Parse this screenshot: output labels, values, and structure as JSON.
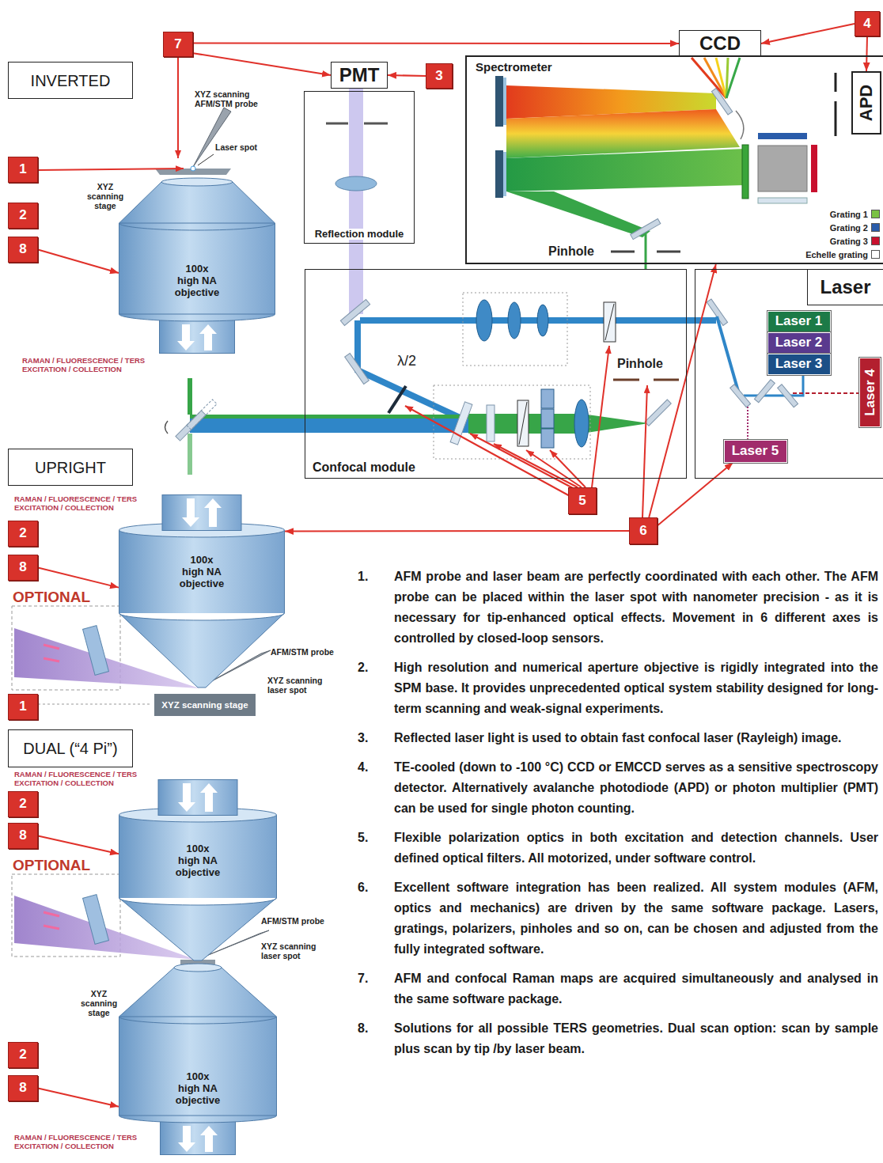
{
  "diagram": {
    "nodes": [
      {
        "text": [
          "INVERTED"
        ]
      },
      {
        "text": [
          "7"
        ]
      },
      {
        "text": [
          "PMT"
        ]
      },
      {
        "text": [
          "3"
        ]
      },
      {
        "text": [
          "CCD"
        ]
      },
      {
        "text": [
          "4"
        ]
      },
      {
        "text": [
          "Spectrometer"
        ]
      },
      {
        "text": [
          "APD"
        ],
        "in": 6
      },
      {
        "text": [
          "Reflection module"
        ]
      },
      {
        "text": [
          "Confocal module"
        ]
      },
      {
        "text": [
          "Laser"
        ]
      },
      {
        "text": [
          "Laser 1"
        ],
        "in": 10
      },
      {
        "text": [
          "Laser 2"
        ],
        "in": 10
      },
      {
        "text": [
          "Laser 3"
        ],
        "in": 10
      },
      {
        "text": [
          "Laser 4"
        ],
        "in": 10
      },
      {
        "text": [
          "Laser 5"
        ],
        "in": 10
      },
      {
        "text": [
          "1"
        ]
      },
      {
        "text": [
          "2"
        ]
      },
      {
        "text": [
          "8"
        ]
      },
      {
        "text": [
          "100x high NA objective"
        ]
      },
      {
        "text": [
          "UPRIGHT"
        ]
      },
      {
        "text": [
          "2"
        ]
      },
      {
        "text": [
          "8"
        ]
      },
      {
        "text": [
          "100x high NA objective"
        ]
      },
      {
        "text": [
          "1"
        ]
      },
      {
        "text": [
          "XYZ scanning stage"
        ]
      },
      {
        "text": [
          "DUAL (“4 Pi”)"
        ]
      },
      {
        "text": [
          "2"
        ]
      },
      {
        "text": [
          "8"
        ]
      },
      {
        "text": [
          "100x high NA objective"
        ]
      },
      {
        "text": [
          "2"
        ]
      },
      {
        "text": [
          "8"
        ]
      },
      {
        "text": [
          "100x high NA objective"
        ]
      },
      {
        "text": [
          "5"
        ]
      },
      {
        "text": [
          "6"
        ]
      }
    ],
    "edges": [
      {
        "from": 1,
        "to": 4,
        "arrow": "to"
      },
      {
        "from": 1,
        "to": 2,
        "arrow": "to"
      },
      {
        "from": 3,
        "to": 2,
        "arrow": "to"
      },
      {
        "from": 5,
        "to": 4,
        "arrow": "to"
      },
      {
        "from": 5,
        "to": 7,
        "arrow": "to"
      },
      {
        "from": 18,
        "to": 19,
        "arrow": "to"
      },
      {
        "from": 22,
        "to": 23,
        "arrow": "to"
      },
      {
        "from": 28,
        "to": 29,
        "arrow": "to"
      },
      {
        "from": 31,
        "to": 32,
        "arrow": "to"
      },
      {
        "from": 34,
        "to": 23,
        "arrow": "to"
      },
      {
        "from": 34,
        "to": 15,
        "arrow": "to"
      },
      {
        "from": 34,
        "to": 6,
        "arrow": "to"
      }
    ],
    "labels": [
      "XYZ scanning AFM/STM probe",
      "Laser spot",
      "XYZ scanning stage",
      "RAMAN / FLUORESCENCE / TERS EXCITATION / COLLECTION",
      "Pinhole",
      "λ/2",
      "Pinhole",
      "RAMAN / FLUORESCENCE / TERS EXCITATION / COLLECTION",
      "OPTIONAL",
      "AFM/STM probe",
      "XYZ scanning laser spot",
      "RAMAN / FLUORESCENCE / TERS EXCITATION / COLLECTION",
      "OPTIONAL",
      "AFM/STM probe",
      "XYZ scanning laser spot",
      "XYZ scanning stage",
      "RAMAN / FLUORESCENCE / TERS EXCITATION / COLLECTION",
      "1.",
      "AFM probe and laser beam are perfectly coordinated with each other. The AFM probe can be placed within the laser spot with nanometer precision - as it is necessary for tip-enhanced optical effects. Movement in 6 different axes is controlled by closed-loop sensors.",
      "2.",
      "High resolution and numerical aperture objective is rigidly integrated into the SPM base. It provides unprecedented optical system stability designed for long-term scanning and weak-signal experiments.",
      "3.",
      "Reflected laser light is used to obtain fast confocal laser (Rayleigh) image.",
      "4.",
      "TE-cooled (down to -100 °C) CCD or EMCCD serves as a sensitive spectroscopy detector. Alternatively avalanche photodiode (APD) or photon multiplier (PMT) can be used for single photon counting.",
      "5.",
      "Flexible polarization optics in both excitation and detection channels. User defined optical filters. All motorized, under software control.",
      "6.",
      "Excellent software integration has been realized. All system modules (AFM, optics and mechanics) are driven by the same software package. Lasers, gratings, polarizers, pinholes and so on, can be chosen and adjusted from the fully integrated software.",
      "7.",
      "AFM and confocal Raman maps are acquired simultaneously and analysed in the same software package.",
      "8.",
      "Solutions for all possible TERS geometries. Dual scan option: scan by sample plus scan by tip /by laser beam."
    ],
    "legend": [
      {
        "text": "Grating 1",
        "color": "#7ac143"
      },
      {
        "text": "Grating 2",
        "color": "#2a5caa"
      },
      {
        "text": "Grating 3",
        "color": "#c8102e"
      },
      {
        "text": "Echelle grating",
        "color": "#ffffff"
      }
    ]
  }
}
